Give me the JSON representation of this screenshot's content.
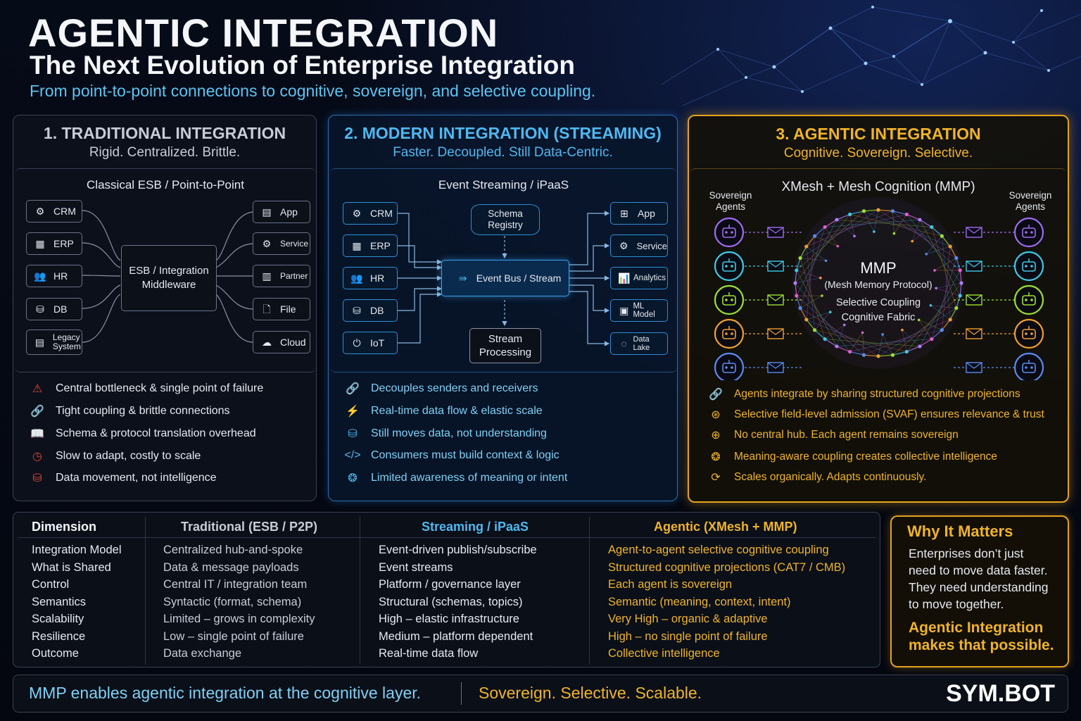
{
  "title": "AGENTIC INTEGRATION",
  "subtitle": "The Next Evolution of Enterprise Integration",
  "tagline": "From point-to-point connections to cognitive, sovereign, and selective coupling.",
  "colors": {
    "traditional": "#c8ccd6",
    "streaming": "#4fb8f0",
    "agentic": "#f0b429",
    "risk": "#e8433a"
  },
  "panel1": {
    "title": "1. TRADITIONAL INTEGRATION",
    "subtitle": "Rigid. Centralized. Brittle.",
    "caption": "Classical ESB / Point-to-Point",
    "sources": [
      {
        "label": "CRM",
        "icon": "gear-icon"
      },
      {
        "label": "ERP",
        "icon": "grid-icon"
      },
      {
        "label": "HR",
        "icon": "users-icon"
      },
      {
        "label": "DB",
        "icon": "database-icon"
      },
      {
        "label": "Legacy System",
        "icon": "server-icon"
      }
    ],
    "hub": "ESB / Integration Middleware",
    "targets": [
      {
        "label": "App",
        "icon": "document-icon"
      },
      {
        "label": "Service",
        "icon": "gears-icon"
      },
      {
        "label": "Partner",
        "icon": "building-icon"
      },
      {
        "label": "File",
        "icon": "file-icon"
      },
      {
        "label": "Cloud",
        "icon": "cloud-icon"
      }
    ],
    "bullets": [
      {
        "text": "Central bottleneck & single point of failure",
        "icon": "warning-icon"
      },
      {
        "text": "Tight coupling & brittle connections",
        "icon": "link-icon"
      },
      {
        "text": "Schema & protocol translation overhead",
        "icon": "book-icon"
      },
      {
        "text": "Slow to adapt, costly to scale",
        "icon": "clock-icon"
      },
      {
        "text": "Data movement, not intelligence",
        "icon": "database-icon"
      }
    ]
  },
  "panel2": {
    "title": "2. MODERN INTEGRATION (STREAMING)",
    "subtitle": "Faster. Decoupled. Still Data-Centric.",
    "caption": "Event Streaming / iPaaS",
    "registry": "Schema Registry",
    "bus": "Event Bus / Stream",
    "processing": "Stream Processing",
    "sources": [
      {
        "label": "CRM",
        "icon": "gear-icon"
      },
      {
        "label": "ERP",
        "icon": "grid-icon"
      },
      {
        "label": "HR",
        "icon": "users-icon"
      },
      {
        "label": "DB",
        "icon": "database-icon"
      },
      {
        "label": "IoT",
        "icon": "power-icon"
      }
    ],
    "targets": [
      {
        "label": "App",
        "icon": "app-icon"
      },
      {
        "label": "Service",
        "icon": "gears-icon"
      },
      {
        "label": "Analytics",
        "icon": "chart-icon"
      },
      {
        "label": "ML Model",
        "icon": "ml-icon"
      },
      {
        "label": "Data Lake",
        "icon": "lake-icon"
      }
    ],
    "bullets": [
      {
        "text": "Decouples senders and receivers",
        "icon": "link-icon"
      },
      {
        "text": "Real-time data flow & elastic scale",
        "icon": "bolt-icon"
      },
      {
        "text": "Still moves data, not understanding",
        "icon": "database-icon"
      },
      {
        "text": "Consumers must build context & logic",
        "icon": "code-icon"
      },
      {
        "text": "Limited awareness of meaning or intent",
        "icon": "brain-icon"
      }
    ]
  },
  "panel3": {
    "title": "3. AGENTIC INTEGRATION",
    "subtitle": "Cognitive. Sovereign. Selective.",
    "caption": "XMesh + Mesh Cognition (MMP)",
    "agents_label": "Sovereign Agents",
    "mesh_title": "MMP",
    "mesh_sub": "(Mesh Memory Protocol)",
    "mesh_line1": "Selective Coupling",
    "mesh_line2": "Cognitive Fabric",
    "agent_colors": [
      "#a06cf0",
      "#3ec9e6",
      "#9ee030",
      "#f0a030",
      "#5a8cf0"
    ],
    "bullets": [
      {
        "text": "Agents integrate by sharing structured cognitive projections",
        "icon": "link-icon"
      },
      {
        "text": "Selective field-level admission (SVAF) ensures relevance & trust",
        "icon": "filter-icon"
      },
      {
        "text": "No central hub. Each agent remains sovereign",
        "icon": "hub-icon"
      },
      {
        "text": "Meaning-aware coupling creates collective intelligence",
        "icon": "brain-icon"
      },
      {
        "text": "Scales organically. Adapts continuously.",
        "icon": "cycle-icon"
      }
    ]
  },
  "table": {
    "headers": [
      "Dimension",
      "Traditional (ESB / P2P)",
      "Streaming / iPaaS",
      "Agentic (XMesh + MMP)"
    ],
    "dimensions": [
      "Integration Model",
      "What is Shared",
      "Control",
      "Semantics",
      "Scalability",
      "Resilience",
      "Outcome"
    ],
    "traditional": [
      "Centralized hub-and-spoke",
      "Data & message payloads",
      "Central IT / integration team",
      "Syntactic (format, schema)",
      "Limited – grows in complexity",
      "Low – single point of failure",
      "Data exchange"
    ],
    "streaming": [
      "Event-driven publish/subscribe",
      "Event streams",
      "Platform / governance layer",
      "Structural (schemas, topics)",
      "High – elastic infrastructure",
      "Medium – platform dependent",
      "Real-time data flow"
    ],
    "agentic": [
      "Agent-to-agent selective cognitive coupling",
      "Structured cognitive projections (CAT7 / CMB)",
      "Each agent is sovereign",
      "Semantic (meaning, context, intent)",
      "Very High – organic & adaptive",
      "High – no single point of failure",
      "Collective intelligence"
    ]
  },
  "why": {
    "title": "Why It Matters",
    "body": [
      "Enterprises don’t just",
      "need to move data faster.",
      "They need understanding",
      "to move together."
    ],
    "emphasis": [
      "Agentic Integration",
      "makes that possible."
    ]
  },
  "footer": {
    "left": "MMP enables agentic integration at the cognitive layer.",
    "right": "Sovereign. Selective. Scalable.",
    "brand": "SYM.BOT"
  }
}
